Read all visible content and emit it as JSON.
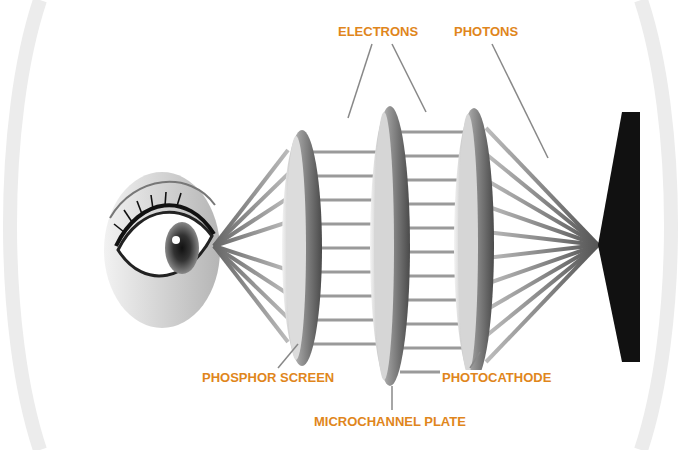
{
  "diagram": {
    "labels": [
      "ELECTRONS",
      "PHOTONS",
      "PHOSPHOR SCREEN",
      "PHOTOCATHODE",
      "MICROCHANNEL PLATE"
    ]
  }
}
